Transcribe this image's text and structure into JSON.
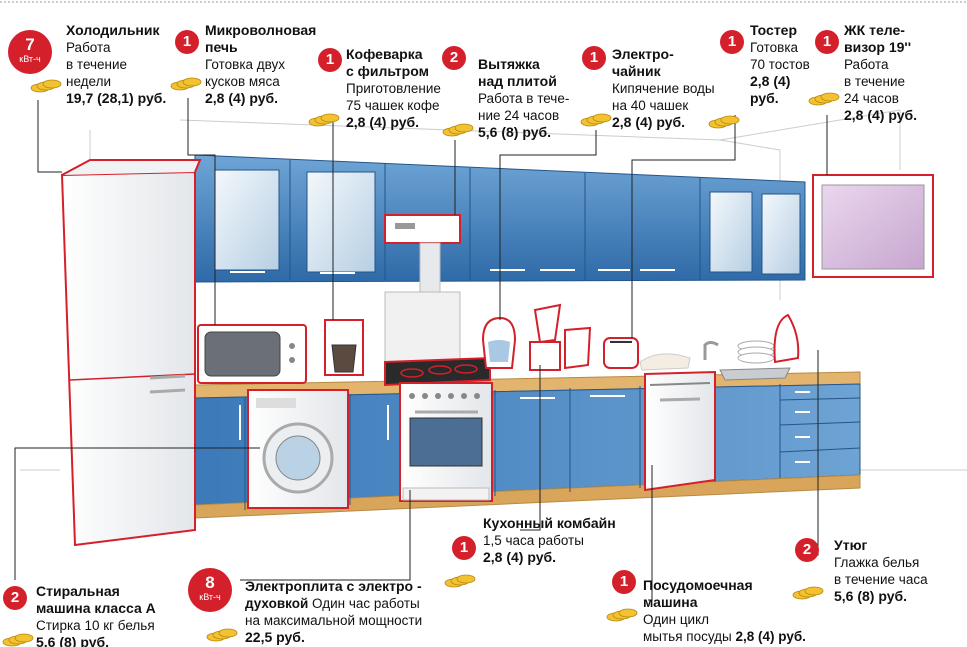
{
  "colors": {
    "accent": "#d4202b",
    "cabinet": "#3a78b6",
    "counter": "#e2b46e",
    "coin": "#f2c230"
  },
  "energy_unit": "кВт-ч",
  "items": [
    {
      "id": "fridge",
      "kwh": "7",
      "title": "Холодильник",
      "desc": [
        "Работа",
        "в течение",
        "недели"
      ],
      "cost": "19,7 (28,1) руб."
    },
    {
      "id": "microwave",
      "kwh": "1",
      "title": "Микроволновая",
      "title2": "печь",
      "desc": [
        "Готовка двух",
        "кусков мяса"
      ],
      "cost": "2,8 (4) руб."
    },
    {
      "id": "coffee",
      "kwh": "1",
      "title": "Кофеварка",
      "title2": "с фильтром",
      "desc": [
        "Приготовление",
        "75 чашек кофе"
      ],
      "cost": "2,8 (4) руб."
    },
    {
      "id": "hood",
      "kwh": "2",
      "title": "Вытяжка",
      "title2": "над плитой",
      "desc": [
        "Работа в тече-",
        "ние 24 часов"
      ],
      "cost": "5,6 (8) руб."
    },
    {
      "id": "kettle",
      "kwh": "1",
      "title": "Электро-",
      "title2": "чайник",
      "desc": [
        "Кипячение воды",
        "на 40 чашек"
      ],
      "cost": "2,8 (4) руб."
    },
    {
      "id": "toaster",
      "kwh": "1",
      "title": "Тостер",
      "desc": [
        "Готовка",
        "70 тостов"
      ],
      "cost": "2,8 (4)",
      "cost2": "руб."
    },
    {
      "id": "tv",
      "kwh": "1",
      "title": "ЖК теле-",
      "title2": "визор 19''",
      "desc": [
        "Работа",
        "в течение",
        "24 часов"
      ],
      "cost": "2,8 (4) руб."
    },
    {
      "id": "processor",
      "kwh": "1",
      "title": "Кухонный комбайн",
      "desc": [
        "1,5 часа работы"
      ],
      "cost": "2,8 (4) руб."
    },
    {
      "id": "iron",
      "kwh": "2",
      "title": "Утюг",
      "desc": [
        "Глажка белья",
        "в течение часа"
      ],
      "cost": "5,6 (8) руб."
    },
    {
      "id": "washer",
      "kwh": "2",
      "title": "Стиральная",
      "title2": "машина класса А",
      "desc": [
        "Стирка 10 кг белья"
      ],
      "cost": "5,6 (8) руб."
    },
    {
      "id": "stove",
      "kwh": "8",
      "title": "Электроплита с электро -",
      "title2": "духовкой",
      "desc_inline": "Один час работы",
      "desc": [
        "на максимальной мощности"
      ],
      "cost": "22,5 руб."
    },
    {
      "id": "dishwasher",
      "kwh": "1",
      "title": "Посудомоечная",
      "title2": "машина",
      "desc": [
        "Один цикл",
        "мытья посуды"
      ],
      "cost": "2,8 (4) руб."
    }
  ]
}
